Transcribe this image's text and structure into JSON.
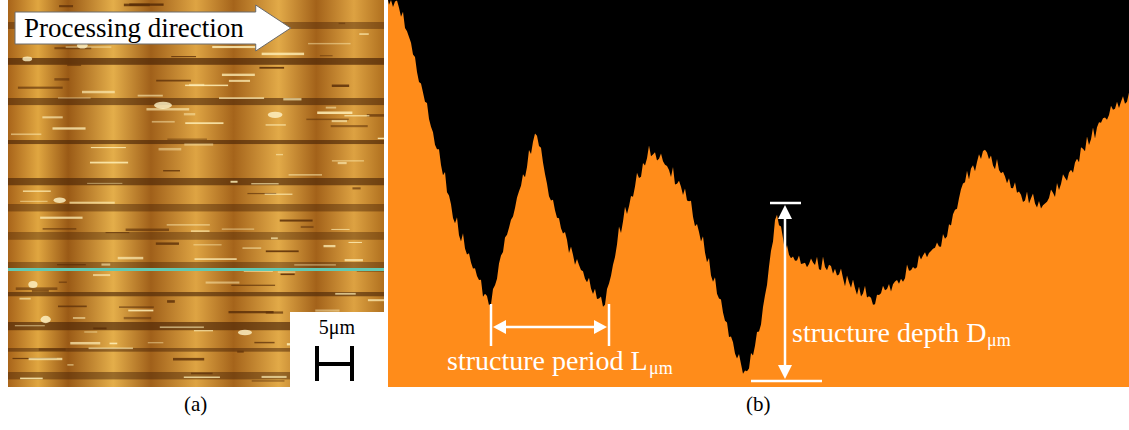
{
  "diagram": {
    "nodes": [
      {
        "text": [
          "Processing direction"
        ]
      },
      {
        "text": [
          "5μm"
        ]
      }
    ],
    "labels": [
      "(a)",
      "(b)",
      "structure period L",
      "μm",
      "structure depth D",
      "μm"
    ]
  }
}
